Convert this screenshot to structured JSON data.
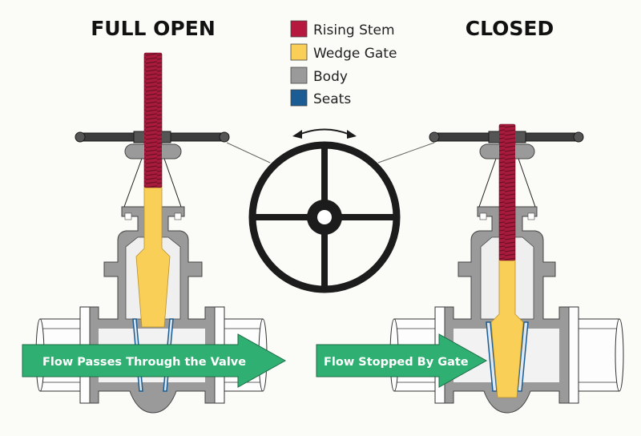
{
  "titles": {
    "left": "FULL OPEN",
    "right": "CLOSED"
  },
  "legend": {
    "placement": "top-center",
    "items": [
      {
        "label": "Rising Stem",
        "color": "#b5193d"
      },
      {
        "label": "Wedge Gate",
        "color": "#f9cf58"
      },
      {
        "label": "Body",
        "color": "#9a9a9a"
      },
      {
        "label": "Seats",
        "color": "#1a5c93"
      }
    ]
  },
  "flow_labels": {
    "open": "Flow Passes Through the Valve",
    "closed": "Flow Stopped By Gate"
  },
  "colors": {
    "stem": "#a81b3c",
    "wedge": "#f9cf58",
    "body": "#9a9a9a",
    "seats": "#1a5c93",
    "arrow": "#2fb072",
    "handwheel": "#1c1c1c",
    "handle": "#4a4a4a",
    "background": "#fbfbf7"
  },
  "handwheel_icon": "handwheel-icon",
  "rotation_icon": "double-arrow-rotation-icon"
}
